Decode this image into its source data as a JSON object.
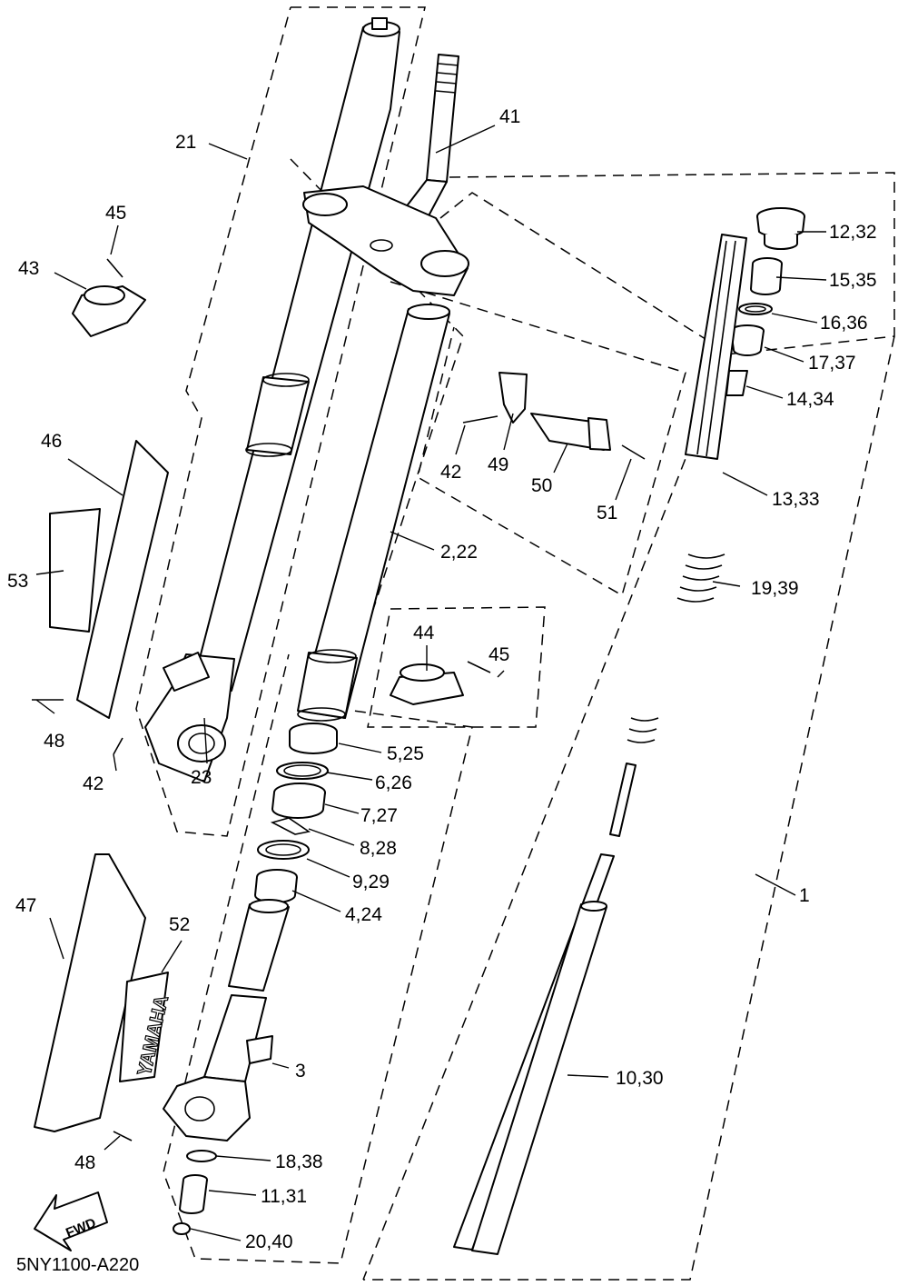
{
  "diagram": {
    "code": "5NY1100-A220",
    "fwd_label": "FWD",
    "decal_text": "YAMAHA",
    "callouts": {
      "c1": "1",
      "c2_22": "2,22",
      "c3": "3",
      "c4_24": "4,24",
      "c5_25": "5,25",
      "c6_26": "6,26",
      "c7_27": "7,27",
      "c8_28": "8,28",
      "c9_29": "9,29",
      "c10_30": "10,30",
      "c11_31": "11,31",
      "c12_32": "12,32",
      "c13_33": "13,33",
      "c14_34": "14,34",
      "c15_35": "15,35",
      "c16_36": "16,36",
      "c17_37": "17,37",
      "c18_38": "18,38",
      "c19_39": "19,39",
      "c20_40": "20,40",
      "c21": "21",
      "c23": "23",
      "c41": "41",
      "c42a": "42",
      "c42b": "42",
      "c43": "43",
      "c44": "44",
      "c45a": "45",
      "c45b": "45",
      "c46": "46",
      "c47": "47",
      "c48a": "48",
      "c48b": "48",
      "c49": "49",
      "c50": "50",
      "c51": "51",
      "c52": "52",
      "c53": "53"
    }
  }
}
